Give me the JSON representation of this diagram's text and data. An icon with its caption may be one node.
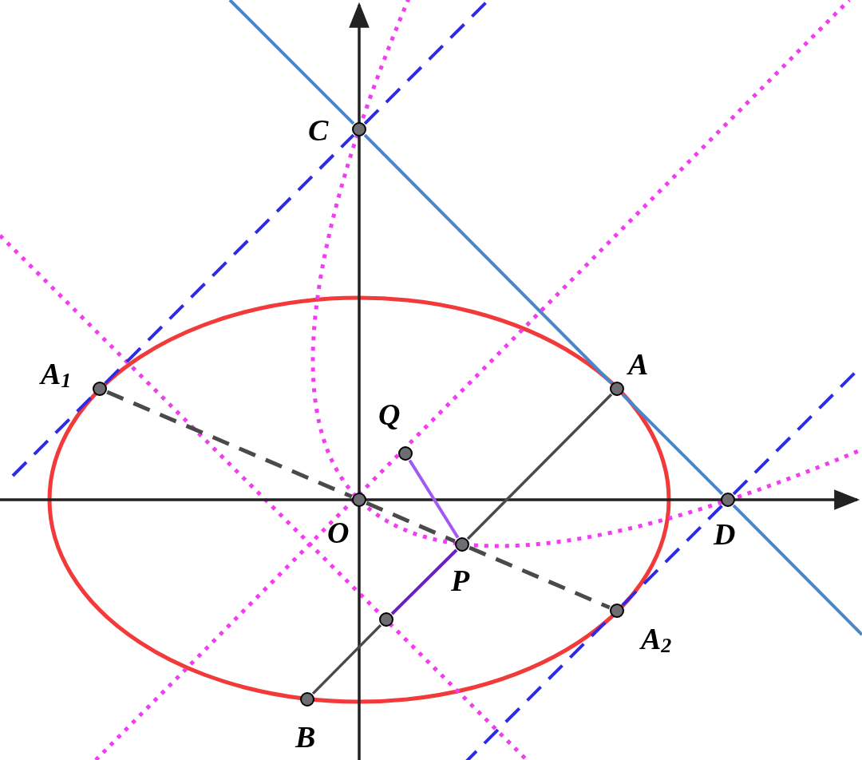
{
  "diagram": {
    "nodes": [
      {
        "text": [
          "C"
        ]
      },
      {
        "text": [
          "A$_{1}$"
        ]
      },
      {
        "text": [
          "A"
        ]
      },
      {
        "text": [
          "Q"
        ]
      },
      {
        "text": [
          "O"
        ]
      },
      {
        "text": [
          "D"
        ]
      },
      {
        "text": [
          "P"
        ]
      },
      {
        "text": [
          "A$_{2}$"
        ]
      },
      {
        "text": [],
        "shape": "circle"
      },
      {
        "text": [
          "B"
        ]
      }
    ],
    "edges": [
      {
        "from": 1,
        "to": 4,
        "arrow": "none",
        "style": "dashed",
        "color": "#4a4a4a"
      },
      {
        "from": 4,
        "to": 6,
        "arrow": "none",
        "style": "dashed",
        "color": "#4a4a4a"
      },
      {
        "from": 6,
        "to": 7,
        "arrow": "none",
        "style": "dashed",
        "color": "#4a4a4a"
      },
      {
        "from": 2,
        "to": 6,
        "arrow": "none",
        "color": "#4a4a4a"
      },
      {
        "from": 3,
        "to": 6,
        "arrow": "none",
        "color": "#a259f0"
      },
      {
        "from": 6,
        "to": 8,
        "arrow": "none",
        "color": "#6a1fc0"
      },
      {
        "from": 8,
        "to": 9,
        "arrow": "none",
        "color": "#4a4a4a"
      },
      {
        "from": 0,
        "to": 2,
        "arrow": "none",
        "color": "#4a86c8"
      },
      {
        "from": 2,
        "to": 5,
        "arrow": "none",
        "color": "#4a86c8"
      },
      {
        "from": null,
        "to": 0,
        "arrow": "none",
        "color": "#4a86c8"
      },
      {
        "from": 5,
        "to": null,
        "arrow": "none",
        "color": "#4a86c8"
      },
      {
        "from": 1,
        "to": 0,
        "arrow": "none",
        "style": "dashed",
        "color": "#2b2bf0"
      },
      {
        "from": null,
        "to": 1,
        "arrow": "none",
        "style": "dashed",
        "color": "#2b2bf0"
      },
      {
        "from": 0,
        "to": null,
        "arrow": "none",
        "style": "dashed",
        "color": "#2b2bf0"
      },
      {
        "from": 7,
        "to": 5,
        "arrow": "none",
        "style": "dashed",
        "color": "#2b2bf0"
      },
      {
        "from": null,
        "to": 7,
        "arrow": "none",
        "style": "dashed",
        "color": "#2b2bf0"
      },
      {
        "from": 5,
        "to": null,
        "arrow": "none",
        "style": "dashed",
        "color": "#2b2bf0"
      }
    ]
  }
}
